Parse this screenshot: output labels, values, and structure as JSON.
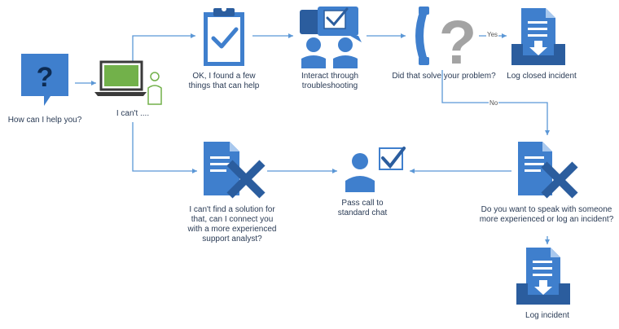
{
  "colors": {
    "primary": "#3f7fcd",
    "dark": "#2b5d9e",
    "light": "#a8c8ee",
    "paper": "#dbe8f7",
    "arrow": "#5b97d6",
    "screen": "#72b14a",
    "person_outline": "#72b14a",
    "text": "#2a3b55"
  },
  "nodes": {
    "help": {
      "label": "How can I help you?",
      "icon": "question-bubble-icon"
    },
    "user": {
      "label": "I can't ....",
      "icon": "laptop-user-icon"
    },
    "found": {
      "label": "OK, I found a few\nthings that can help",
      "icon": "clipboard-check-icon"
    },
    "interact": {
      "label": "Interact through\ntroubleshooting",
      "icon": "two-people-chat-icon"
    },
    "solved": {
      "label": "Did that solve your problem?",
      "icon": "phone-question-icon"
    },
    "log_closed": {
      "label": "Log closed incident",
      "icon": "document-inbox-icon"
    },
    "no_solution": {
      "label": "I can't find a solution for\nthat, can I connect you\nwith a more experienced\nsupport analyst?",
      "icon": "document-x-icon"
    },
    "pass_call": {
      "label": "Pass call to\nstandard chat",
      "icon": "person-checkbox-icon"
    },
    "speak": {
      "label": "Do you want to speak with someone\nmore experienced or log an incident?",
      "icon": "document-x-icon"
    },
    "log": {
      "label": "Log incident",
      "icon": "document-inbox-icon"
    }
  },
  "edges": [
    {
      "from": "help",
      "to": "user"
    },
    {
      "from": "user",
      "to": "found"
    },
    {
      "from": "found",
      "to": "interact"
    },
    {
      "from": "interact",
      "to": "solved"
    },
    {
      "from": "solved",
      "to": "log_closed",
      "label": "Yes"
    },
    {
      "from": "solved",
      "to": "speak",
      "label": "No"
    },
    {
      "from": "user",
      "to": "no_solution"
    },
    {
      "from": "no_solution",
      "to": "pass_call"
    },
    {
      "from": "speak",
      "to": "pass_call"
    },
    {
      "from": "speak",
      "to": "log"
    }
  ]
}
